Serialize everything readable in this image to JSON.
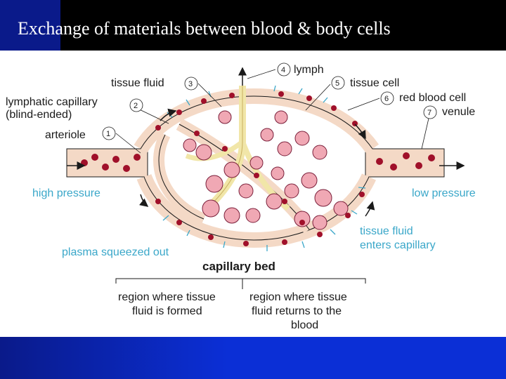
{
  "slide": {
    "title": "Exchange of materials between blood & body cells"
  },
  "diagram": {
    "labels": {
      "tissue_fluid": "tissue fluid",
      "tissue_fluid_num": "3",
      "lymph": "lymph",
      "lymph_num": "4",
      "tissue_cell": "tissue cell",
      "tissue_cell_num": "5",
      "red_blood_cell": "red blood cell",
      "red_blood_cell_num": "6",
      "venule": "venule",
      "venule_num": "7",
      "lymphatic_capillary_line1": "lymphatic capillary",
      "lymphatic_capillary_line2": "(blind-ended)",
      "lymphatic_capillary_num": "2",
      "arteriole": "arteriole",
      "arteriole_num": "1",
      "high_pressure": "high pressure",
      "low_pressure": "low pressure",
      "plasma_squeezed_out": "plasma squeezed out",
      "tissue_fluid_enters_line1": "tissue fluid",
      "tissue_fluid_enters_line2": "enters capillary",
      "capillary_bed": "capillary bed",
      "region_formed_line1": "region where tissue",
      "region_formed_line2": "fluid is formed",
      "region_returns_line1": "region where tissue",
      "region_returns_line2": "fluid returns to the",
      "region_returns_line3": "blood"
    },
    "colors": {
      "vessel_wall": "#f4d9c6",
      "red_blood_cell": "#a0102a",
      "tissue_cell": "#f0a8b4",
      "nucleus": "#7a1f3a",
      "lymph_vessel": "#f1e6a8",
      "fluid_arrow": "#3aa7c9",
      "outline": "#1a1a1a"
    }
  }
}
